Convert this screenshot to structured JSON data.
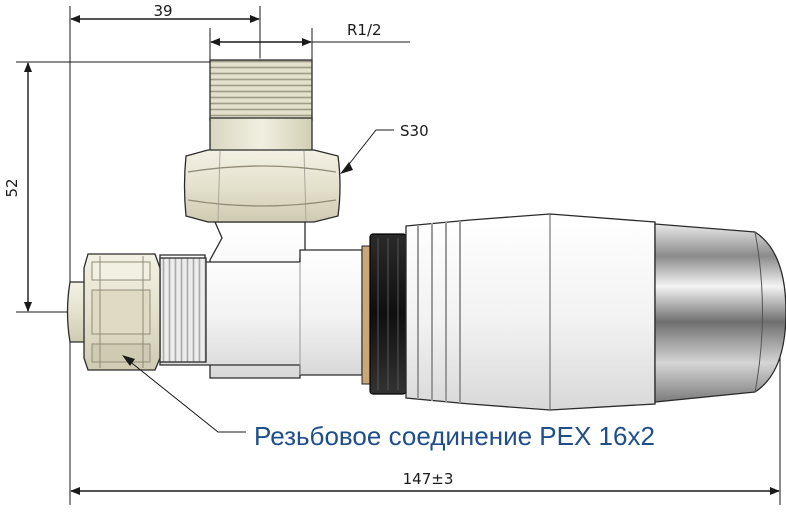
{
  "dimensions": {
    "width_top": "39",
    "thread": "R1/2",
    "height": "52",
    "wrench": "S30",
    "total_length": "147±3"
  },
  "caption": "Резьбовое соединение PEX 16x2",
  "colors": {
    "caption": "#1f4e8a",
    "brass": "#e6e3d2",
    "body": "#f4f4f4",
    "ring": "#1b1b1b",
    "chrome": "#9a9a9a"
  }
}
